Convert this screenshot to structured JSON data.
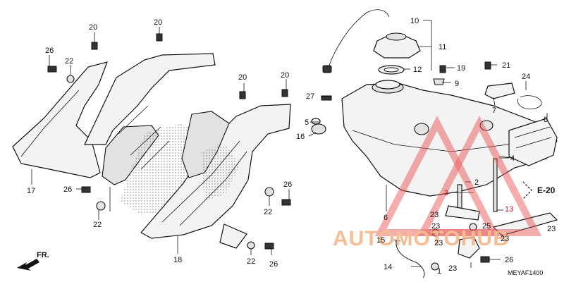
{
  "diagram": {
    "callouts": [
      {
        "id": "c1",
        "text": "1"
      },
      {
        "id": "c2",
        "text": "2"
      },
      {
        "id": "c3",
        "text": "3"
      },
      {
        "id": "c4",
        "text": "4"
      },
      {
        "id": "c5",
        "text": "5"
      },
      {
        "id": "c6",
        "text": "6"
      },
      {
        "id": "c7",
        "text": "7"
      },
      {
        "id": "c8",
        "text": "8"
      },
      {
        "id": "c9",
        "text": "9"
      },
      {
        "id": "c10",
        "text": "10"
      },
      {
        "id": "c11",
        "text": "11"
      },
      {
        "id": "c12",
        "text": "12"
      },
      {
        "id": "c13",
        "text": "13"
      },
      {
        "id": "c14",
        "text": "14"
      },
      {
        "id": "c15",
        "text": "15"
      },
      {
        "id": "c16",
        "text": "16"
      },
      {
        "id": "c17",
        "text": "17"
      },
      {
        "id": "c18",
        "text": "18"
      },
      {
        "id": "c19",
        "text": "19"
      },
      {
        "id": "c20a",
        "text": "20"
      },
      {
        "id": "c20b",
        "text": "20"
      },
      {
        "id": "c20c",
        "text": "20"
      },
      {
        "id": "c20d",
        "text": "20"
      },
      {
        "id": "c21",
        "text": "21"
      },
      {
        "id": "c22a",
        "text": "22"
      },
      {
        "id": "c22b",
        "text": "22"
      },
      {
        "id": "c22c",
        "text": "22"
      },
      {
        "id": "c22d",
        "text": "22"
      },
      {
        "id": "c23a",
        "text": "23"
      },
      {
        "id": "c23b",
        "text": "23"
      },
      {
        "id": "c23c",
        "text": "23"
      },
      {
        "id": "c23d",
        "text": "23"
      },
      {
        "id": "c23e",
        "text": "23"
      },
      {
        "id": "c23f",
        "text": "23"
      },
      {
        "id": "c24",
        "text": "24"
      },
      {
        "id": "c25",
        "text": "25"
      },
      {
        "id": "c26a",
        "text": "26"
      },
      {
        "id": "c26b",
        "text": "26"
      },
      {
        "id": "c26c",
        "text": "26"
      },
      {
        "id": "c26d",
        "text": "26"
      },
      {
        "id": "c26e",
        "text": "26"
      },
      {
        "id": "c27",
        "text": "27"
      }
    ],
    "reference": "E-20",
    "front_marker": "FR.",
    "diagram_code": "MEYAF1400"
  },
  "watermark": {
    "text": "AUTOMOTOHUB",
    "colors": {
      "primary": "#f4b183",
      "accent": "#e84c4c"
    }
  }
}
